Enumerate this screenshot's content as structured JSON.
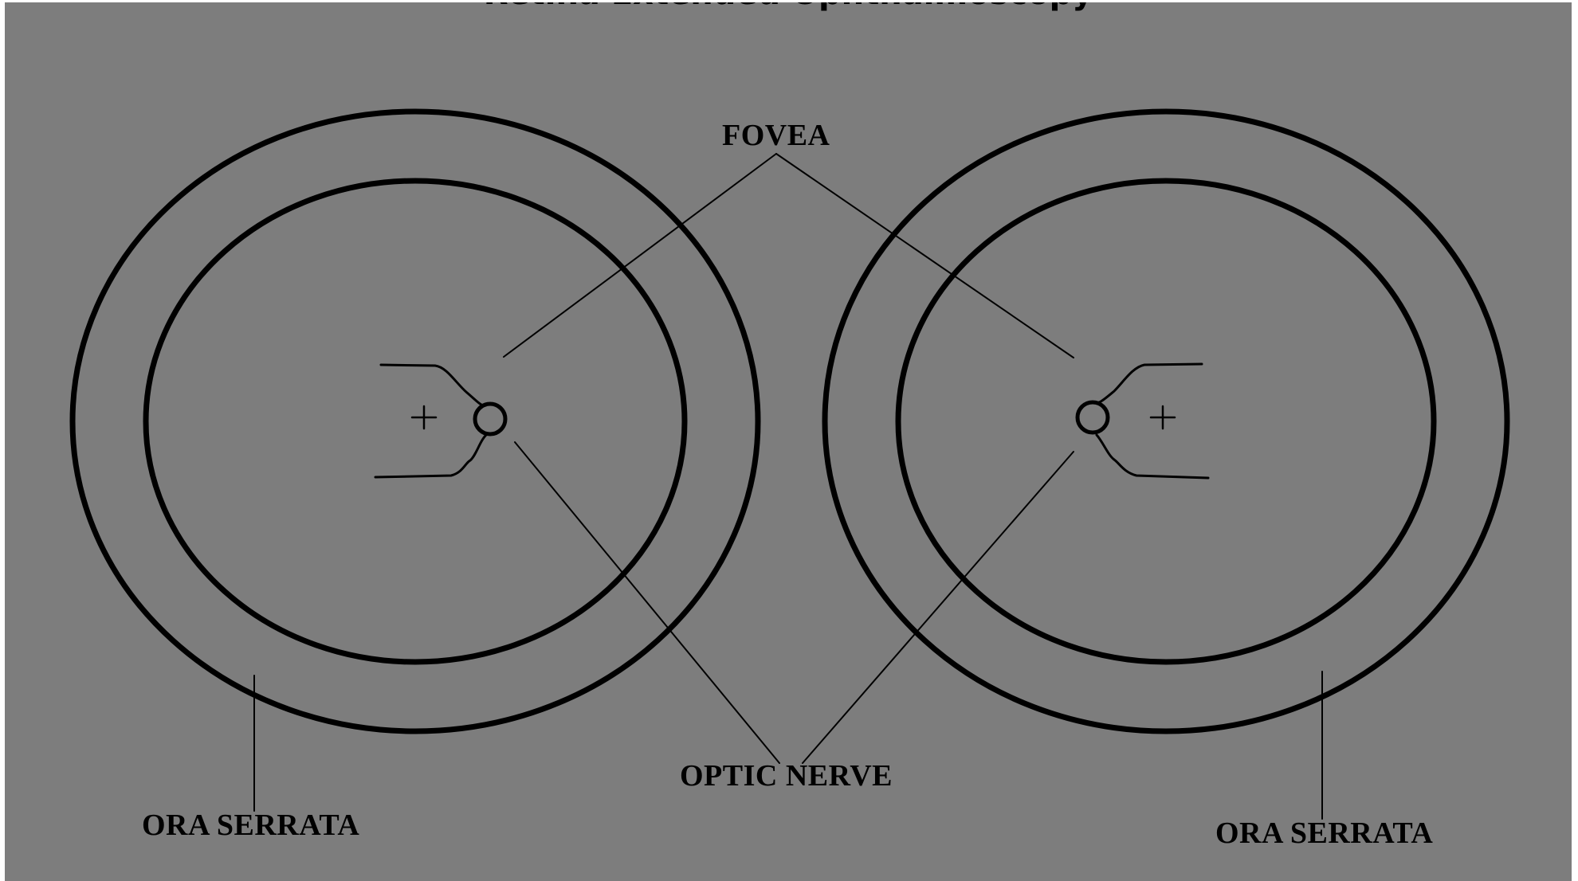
{
  "diagram": {
    "title": "Retina Extended Ophthalmoscopy",
    "labels": {
      "fovea": "FOVEA",
      "optic_nerve": "OPTIC NERVE",
      "ora_serrata_left": "ORA SERRATA",
      "ora_serrata_right": "ORA SERRATA"
    },
    "colors": {
      "background": "#7d7d7d",
      "ink": "#000000"
    }
  }
}
